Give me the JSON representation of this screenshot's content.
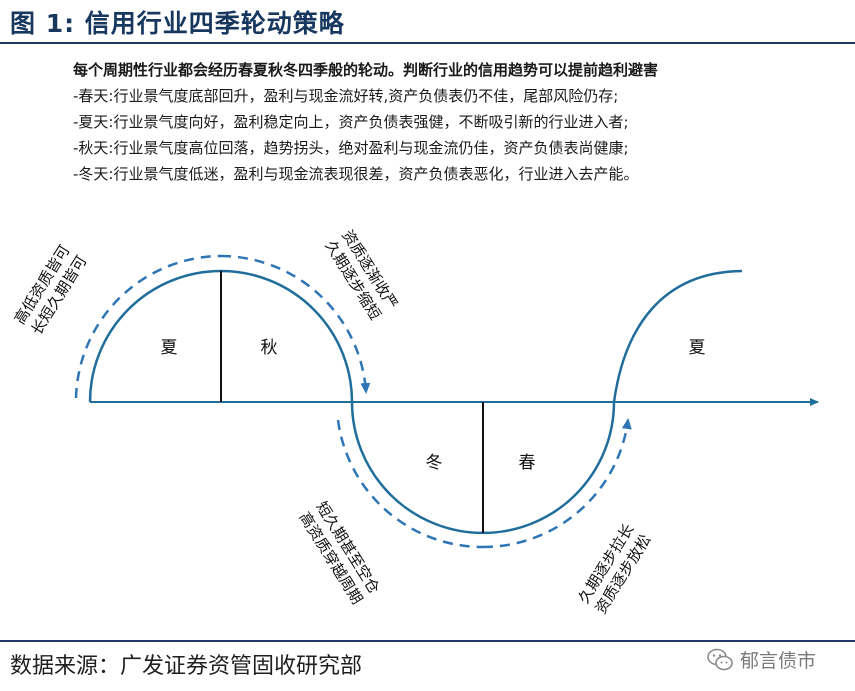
{
  "title": "图 1:  信用行业四季轮动策略",
  "intro": {
    "lead": "每个周期性行业都会经历春夏秋冬四季般的轮动。判断行业的信用趋势可以提前趋利避害",
    "lines": [
      "-春天:行业景气度底部回升，盈利与现金流好转,资产负债表仍不佳，尾部风险仍存;",
      "-夏天:行业景气度向好，盈利稳定向上，资产负债表强健，不断吸引新的行业进入者;",
      "-秋天:行业景气度高位回落，趋势拐头，绝对盈利与现金流仍佳，资产负债表尚健康;",
      "-冬天:行业景气度低迷，盈利与现金流表现很差，资产负债表恶化，行业进入去产能。"
    ]
  },
  "seasons": {
    "summer": "夏",
    "autumn": "秋",
    "winter": "冬",
    "spring": "春",
    "summer_next": "夏"
  },
  "annotations": {
    "summer_a": "高低资质皆可",
    "summer_b": "长短久期皆可",
    "autumn_a": "资质逐渐收严",
    "autumn_b": "久期逐步缩短",
    "winter_a": "短久期甚至空仓",
    "winter_b": "高资质穿越周期",
    "spring_a": "久期逐步拉长",
    "spring_b": "资质逐步放松"
  },
  "colors": {
    "curve": "#1f6d9a",
    "axis": "#1f6d9a",
    "dashed": "#2e75b6",
    "title": "#17375e"
  },
  "source": "数据来源：广发证券资管固收研究部",
  "watermark": "郁言债市"
}
